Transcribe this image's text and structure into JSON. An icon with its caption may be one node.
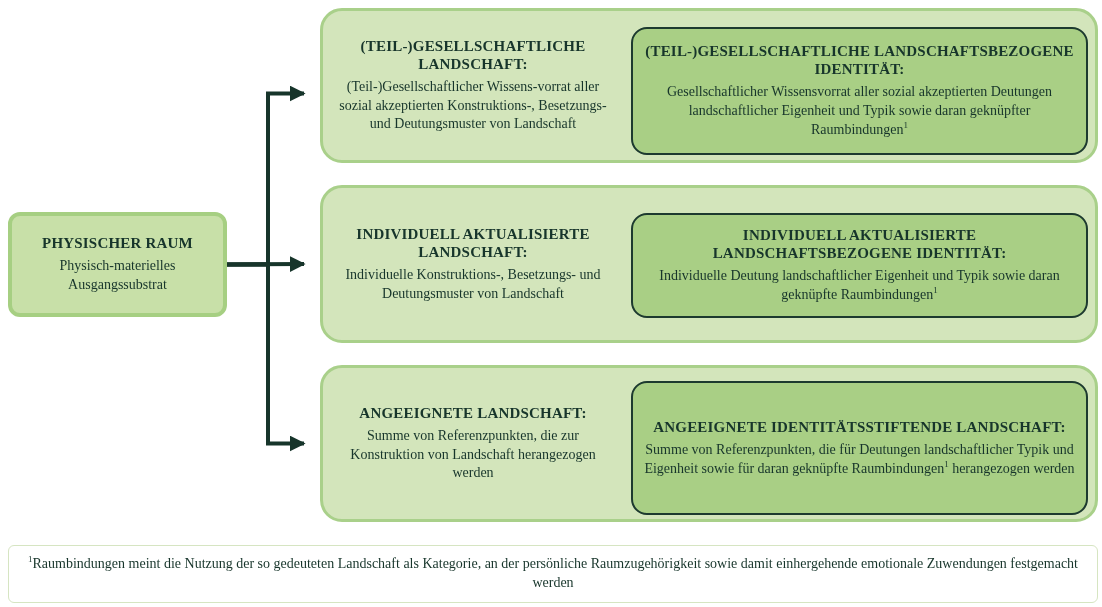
{
  "diagram": {
    "nodes": [
      {
        "text": [
          "PHYSISCHER RAUM",
          "Physisch-materielles Ausgangssubstrat"
        ]
      },
      {
        "text": [
          "(TEIL-)GESELLSCHAFTLICHE LANDSCHAFT:",
          "(Teil-)Gesellschaftlicher Wissens-vorrat aller sozial akzeptierten Konstruktions-, Besetzungs- und Deutungsmuster von Landschaft"
        ]
      },
      {
        "text": [
          "(TEIL-)GESELLSCHAFTLICHE LANDSCHAFTSBEZOGENE IDENTITÄT:",
          "Gesellschaftlicher Wissensvorrat aller sozial akzeptierten Deutungen landschaftlicher Eigenheit und Typik sowie daran geknüpfter Raumbindungen$^{1}$"
        ],
        "in": 1
      },
      {
        "text": [
          "INDIVIDUELL AKTUALISIERTE LANDSCHAFT:",
          "Individuelle Konstruktions-, Besetzungs- und Deutungsmuster von Landschaft"
        ]
      },
      {
        "text": [
          "INDIVIDUELL AKTUALISIERTE LANDSCHAFTSBEZOGENE IDENTITÄT:",
          "Individuelle Deutung landschaftlicher Eigenheit und Typik sowie daran geknüpfte Raumbindungen$^{1}$"
        ],
        "in": 3
      },
      {
        "text": [
          "ANGEEIGNETE LANDSCHAFT:",
          "Summe von Referenzpunkten, die zur Konstruktion von Landschaft herangezogen werden"
        ]
      },
      {
        "text": [
          "ANGEEIGNETE IDENTITÄTSSTIFTENDE LANDSCHAFT:",
          "Summe von Referenzpunkten, die für Deutungen landschaftlicher Typik und Eigenheit sowie für daran geknüpfte Raumbindungen$^{1}$ herangezogen werden"
        ],
        "in": 5
      },
      {
        "text": [
          "$^{1}$Raumbindungen meint die Nutzung der so gedeuteten Landschaft als Kategorie, an der persönliche Raumzugehörigkeit sowie damit einhergehende emotionale Zuwendungen festgemacht werden"
        ]
      }
    ],
    "edges": [
      {
        "from": 0,
        "to": 1,
        "arrow": "to"
      },
      {
        "from": 0,
        "to": 3,
        "arrow": "to"
      },
      {
        "from": 0,
        "to": 5,
        "arrow": "to"
      }
    ]
  }
}
